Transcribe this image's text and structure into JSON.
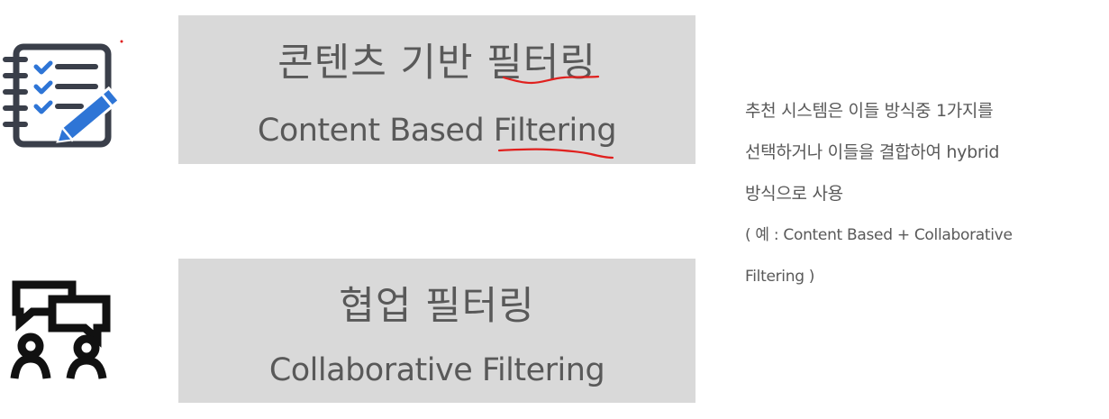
{
  "content_filtering": {
    "title_ko": "콘텐츠 기반 필터링",
    "title_en": "Content Based Filtering",
    "icon": "checklist-pen-icon"
  },
  "collaborative_filtering": {
    "title_ko": "협업 필터링",
    "title_en": "Collaborative Filtering",
    "icon": "people-chat-icon"
  },
  "note": {
    "line1": "추천 시스템은 이들 방식중 1가지를",
    "line2": "선택하거나 이들을 결합하여 hybrid",
    "line3": "방식으로 사용",
    "line4": "( 예 : Content Based + Collaborative",
    "line5": "Filtering )"
  },
  "colors": {
    "box_background": "#d9d9d9",
    "text": "#595959",
    "icon_blue": "#2e75d6",
    "icon_dark": "#3a3f4a",
    "annotation_red": "#e0201e"
  }
}
